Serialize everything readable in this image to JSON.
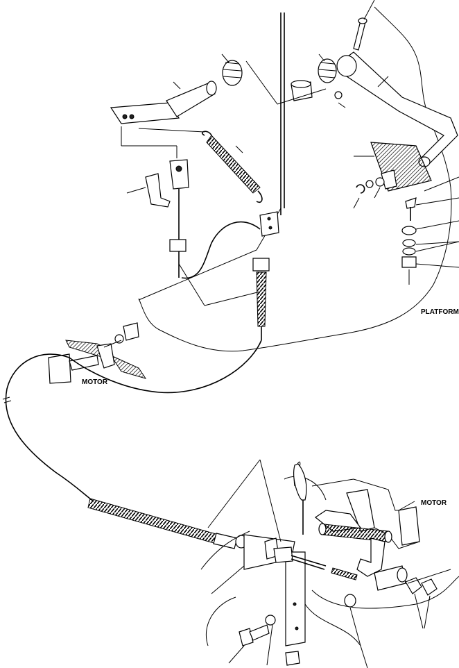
{
  "labels": {
    "platform": "PLATFORM",
    "motor_upper": "MOTOR",
    "motor_lower": "MOTOR"
  }
}
